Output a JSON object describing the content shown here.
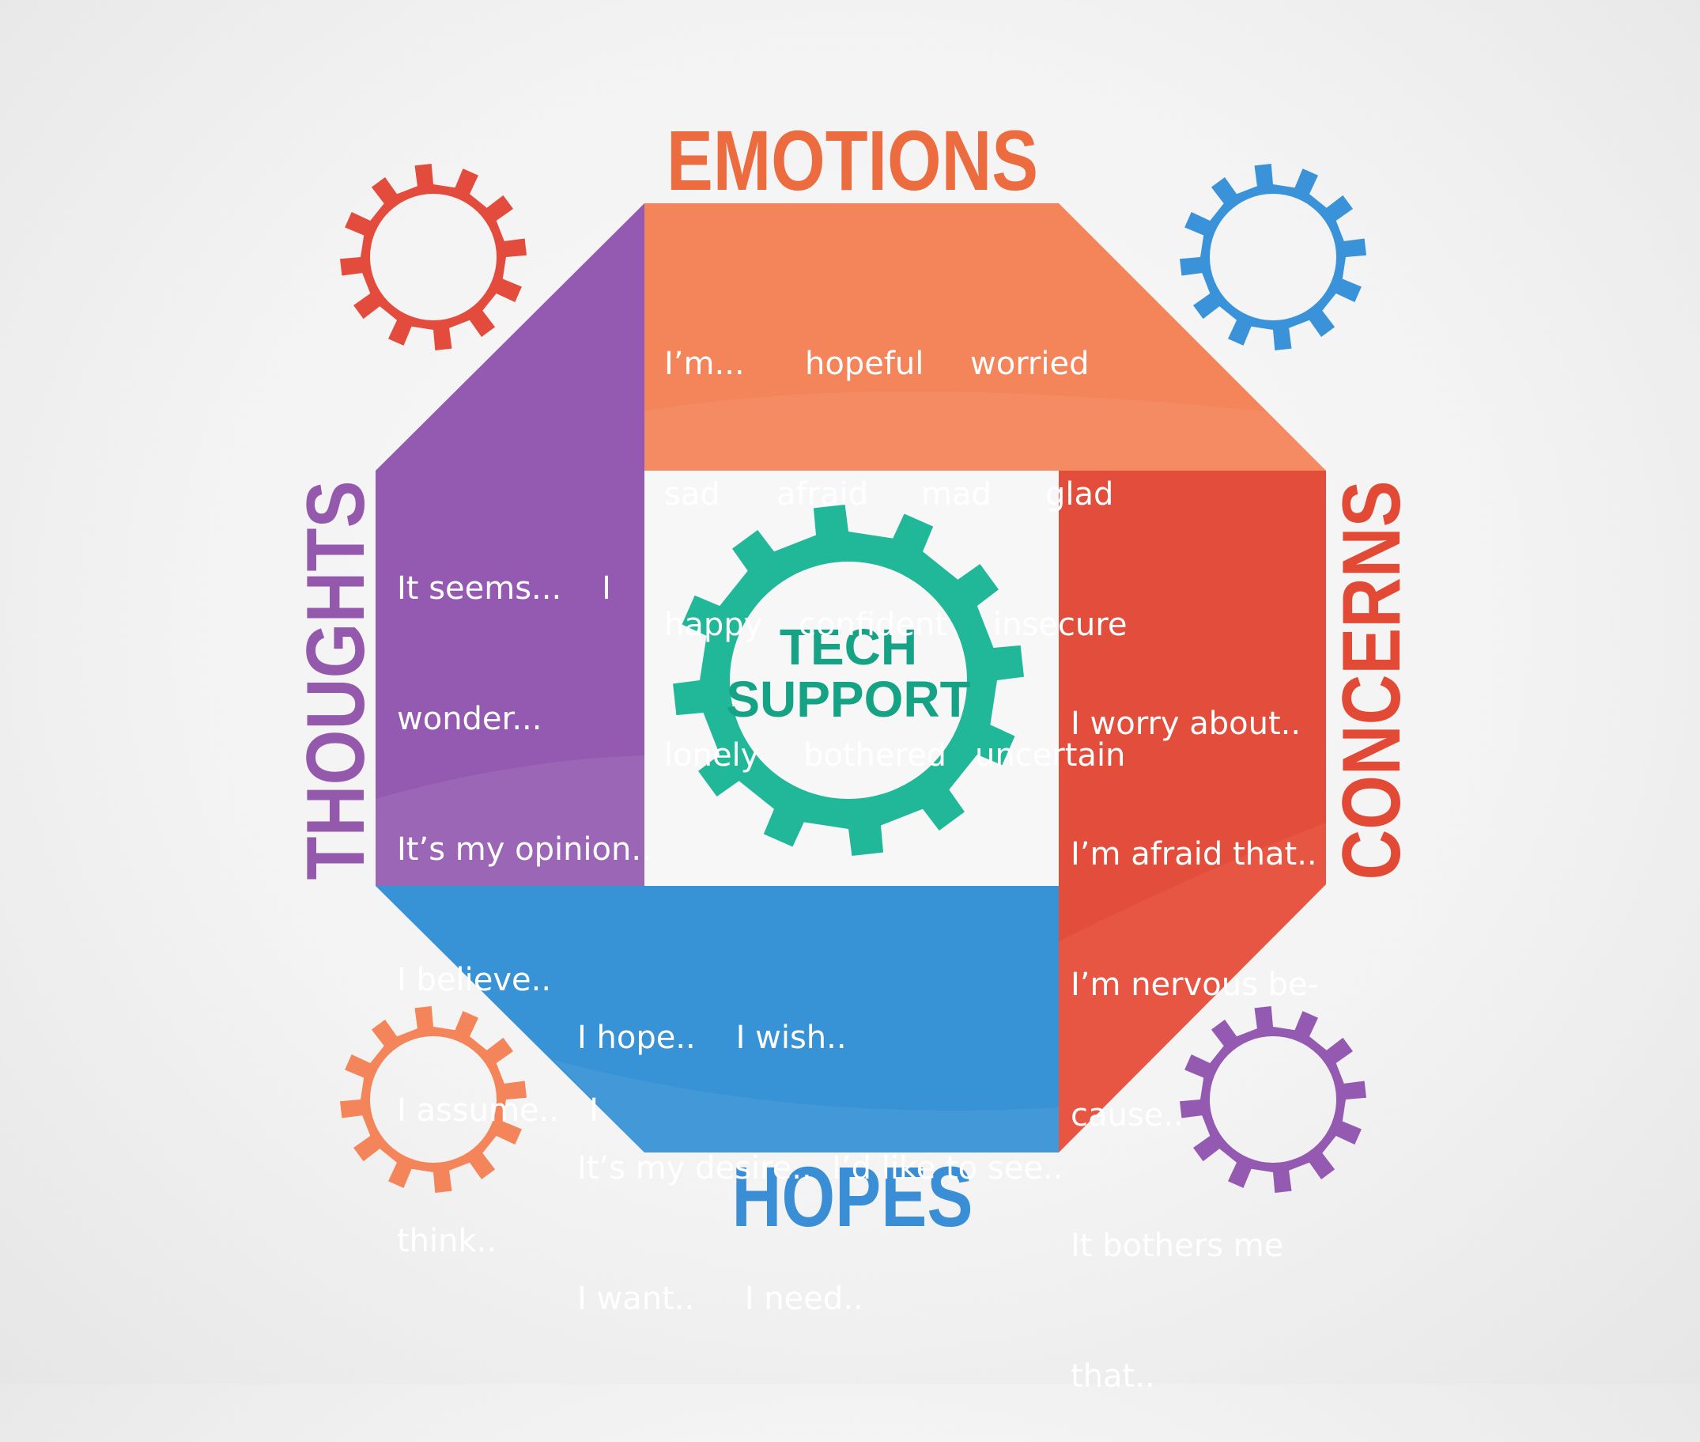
{
  "colors": {
    "emotions": "#f4845a",
    "emotions_title": "#ec6b3f",
    "concerns": "#e24d3c",
    "concerns_title": "#e34a35",
    "hopes": "#3892d6",
    "hopes_title": "#3a8ed6",
    "thoughts": "#9459b0",
    "thoughts_title": "#9459ad",
    "center_gear": "#21b89a",
    "center_text": "#16a385"
  },
  "center": {
    "line1": "TECH",
    "line2": "SUPPORT"
  },
  "emotions": {
    "title": "EMOTIONS",
    "rows": [
      [
        "I’m...",
        "hopeful",
        "worried"
      ],
      [
        "sad",
        "afraid",
        "mad",
        "glad"
      ],
      [
        "happy",
        "confident",
        "insecure"
      ],
      [
        "lonely",
        "bothered",
        "uncertain"
      ]
    ]
  },
  "thoughts": {
    "title": "THOUGHTS",
    "lines": [
      "It seems...    I",
      "wonder...",
      "It’s my opinion..",
      "I believe..",
      "I assume..   I",
      "think.."
    ]
  },
  "concerns": {
    "title": "CONCERNS",
    "lines": [
      "I worry about..",
      "I’m afraid that..",
      "I’m nervous be-",
      "cause..",
      "It bothers me",
      "that.."
    ]
  },
  "hopes": {
    "title": "HOPES",
    "lines": [
      "I hope..    I wish..",
      "It’s my desire..  I’d like to see..",
      "I want..     I need.."
    ]
  },
  "corner_gears": [
    {
      "position": "top-left",
      "color": "#e34c3c"
    },
    {
      "position": "top-right",
      "color": "#3a93d8"
    },
    {
      "position": "bottom-left",
      "color": "#f4845a"
    },
    {
      "position": "bottom-right",
      "color": "#9459b0"
    }
  ]
}
